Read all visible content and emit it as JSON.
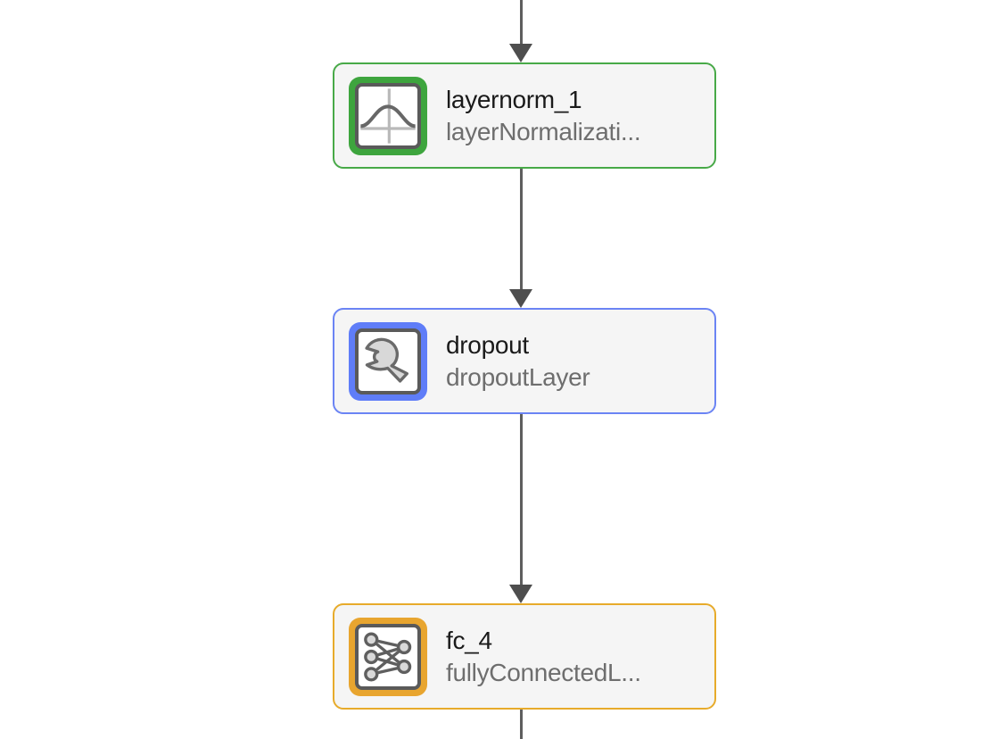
{
  "diagram": {
    "background_color": "#ffffff",
    "node_background_color": "#f5f5f5",
    "connector_color": "#5e5e5e",
    "nodes": [
      {
        "title": "layernorm_1",
        "subtitle": "layerNormalizati...",
        "icon": "bell-curve-icon",
        "accent_color": "#3ea53e",
        "border_color": "#48a948"
      },
      {
        "title": "dropout",
        "subtitle": "dropoutLayer",
        "icon": "wrench-icon",
        "accent_color": "#5f7df8",
        "border_color": "#6b84f4"
      },
      {
        "title": "fc_4",
        "subtitle": "fullyConnectedL...",
        "icon": "fully-connected-icon",
        "accent_color": "#e8a52f",
        "border_color": "#e7ab2b"
      }
    ],
    "connections": [
      {
        "from": "offscreen-above",
        "to": "layernorm_1",
        "arrow": true
      },
      {
        "from": "layernorm_1",
        "to": "dropout",
        "arrow": true
      },
      {
        "from": "dropout",
        "to": "fc_4",
        "arrow": true
      },
      {
        "from": "fc_4",
        "to": "offscreen-below",
        "arrow": false
      }
    ]
  }
}
